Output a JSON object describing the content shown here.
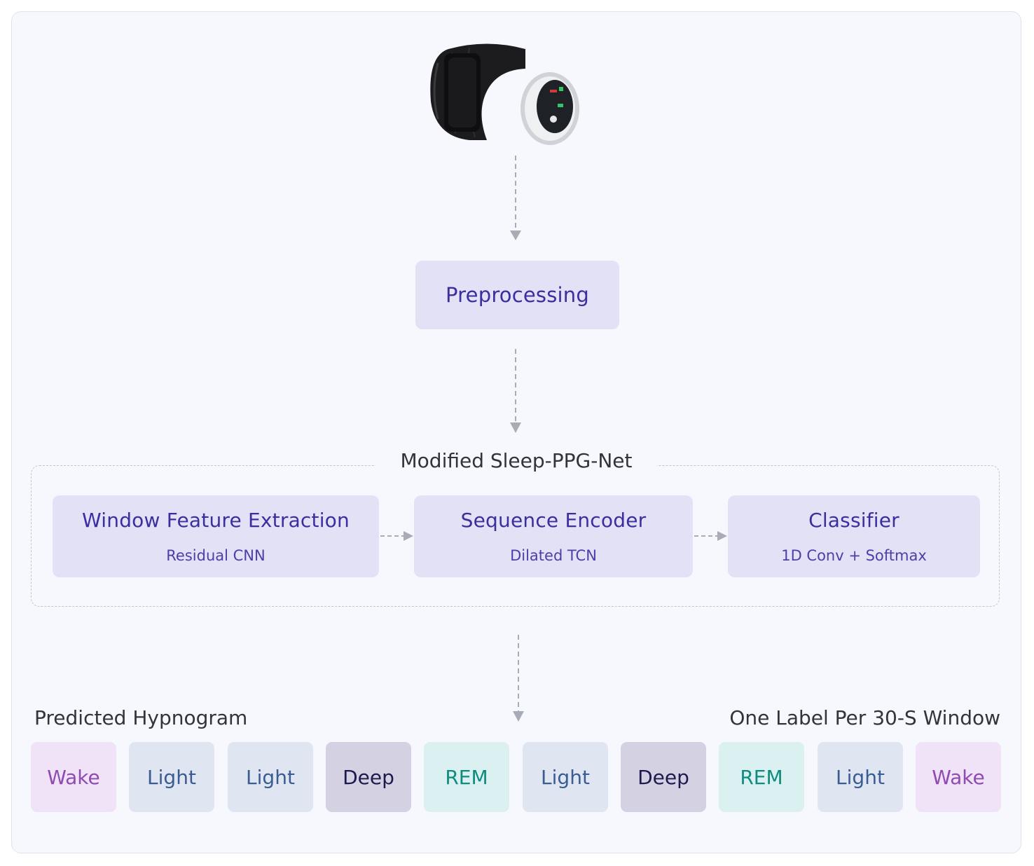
{
  "devices": {
    "icon": "wristband-and-smart-ring-icon"
  },
  "preprocessing": {
    "label": "Preprocessing"
  },
  "network": {
    "title": "Modified Sleep-PPG-Net",
    "blocks": [
      {
        "title": "Window Feature Extraction",
        "subtitle": "Residual CNN"
      },
      {
        "title": "Sequence Encoder",
        "subtitle": "Dilated TCN"
      },
      {
        "title": "Classifier",
        "subtitle": "1D Conv + Softmax"
      }
    ]
  },
  "output": {
    "left_caption": "Predicted Hypnogram",
    "right_caption": "One Label Per 30-S Window",
    "stages": [
      "Wake",
      "Light",
      "Light",
      "Deep",
      "REM",
      "Light",
      "Deep",
      "REM",
      "Light",
      "Wake"
    ]
  },
  "colors": {
    "box_fill": "#e3e1f5",
    "box_text": "#3b2fa0",
    "wake": "#8e4bb0",
    "light": "#3b5c93",
    "deep": "#1d1a4d",
    "rem": "#0f8c80"
  }
}
